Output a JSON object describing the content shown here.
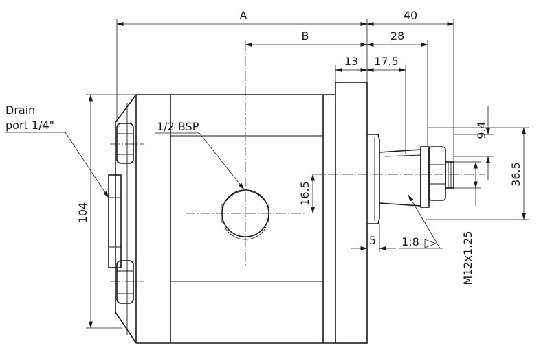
{
  "labels": {
    "dim_a": "A",
    "dim_b": "B",
    "dim_40": "40",
    "dim_28": "28",
    "dim_13": "13",
    "dim_17_5": "17.5",
    "dim_9_4": "9.4",
    "dim_36_5": "36.5",
    "dim_16_5": "16.5",
    "dim_104": "104",
    "dim_5": "5",
    "taper": "1:8",
    "thread": "M12x1.25",
    "bsp_port": "1/2 BSP",
    "drain_line1": "Drain",
    "drain_line2": "port 1/4\""
  }
}
